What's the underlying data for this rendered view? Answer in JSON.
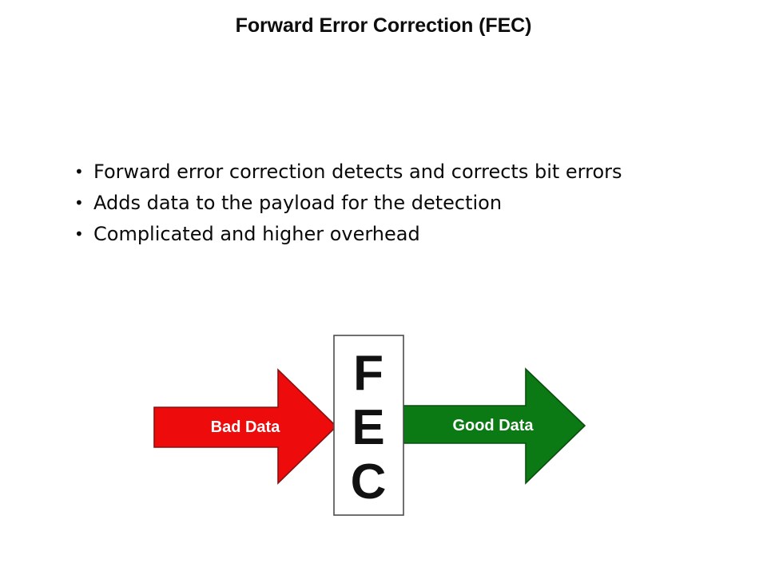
{
  "slide": {
    "title": "Forward Error Correction (FEC)",
    "background_color": "#ffffff",
    "bullets": [
      {
        "marker": "•",
        "text": "Forward error correction detects and corrects bit errors"
      },
      {
        "marker": "•",
        "text": "Adds data to the payload for the detection"
      },
      {
        "marker": "•",
        "text": "Complicated and higher overhead"
      }
    ],
    "diagram": {
      "input_arrow": {
        "label": "Bad Data",
        "color": "#ee0b0b",
        "outline_color": "#8a1111",
        "label_color": "#ffffff",
        "direction": "right"
      },
      "processor_box": {
        "letters": [
          "F",
          "E",
          "C"
        ],
        "fill_color": "#ffffff",
        "border_color": "#4d4d4d",
        "text_color": "#111111"
      },
      "output_arrow": {
        "label": "Good Data",
        "color": "#0c7a14",
        "outline_color": "#0a4f0d",
        "label_color": "#ffffff",
        "direction": "right"
      }
    }
  }
}
